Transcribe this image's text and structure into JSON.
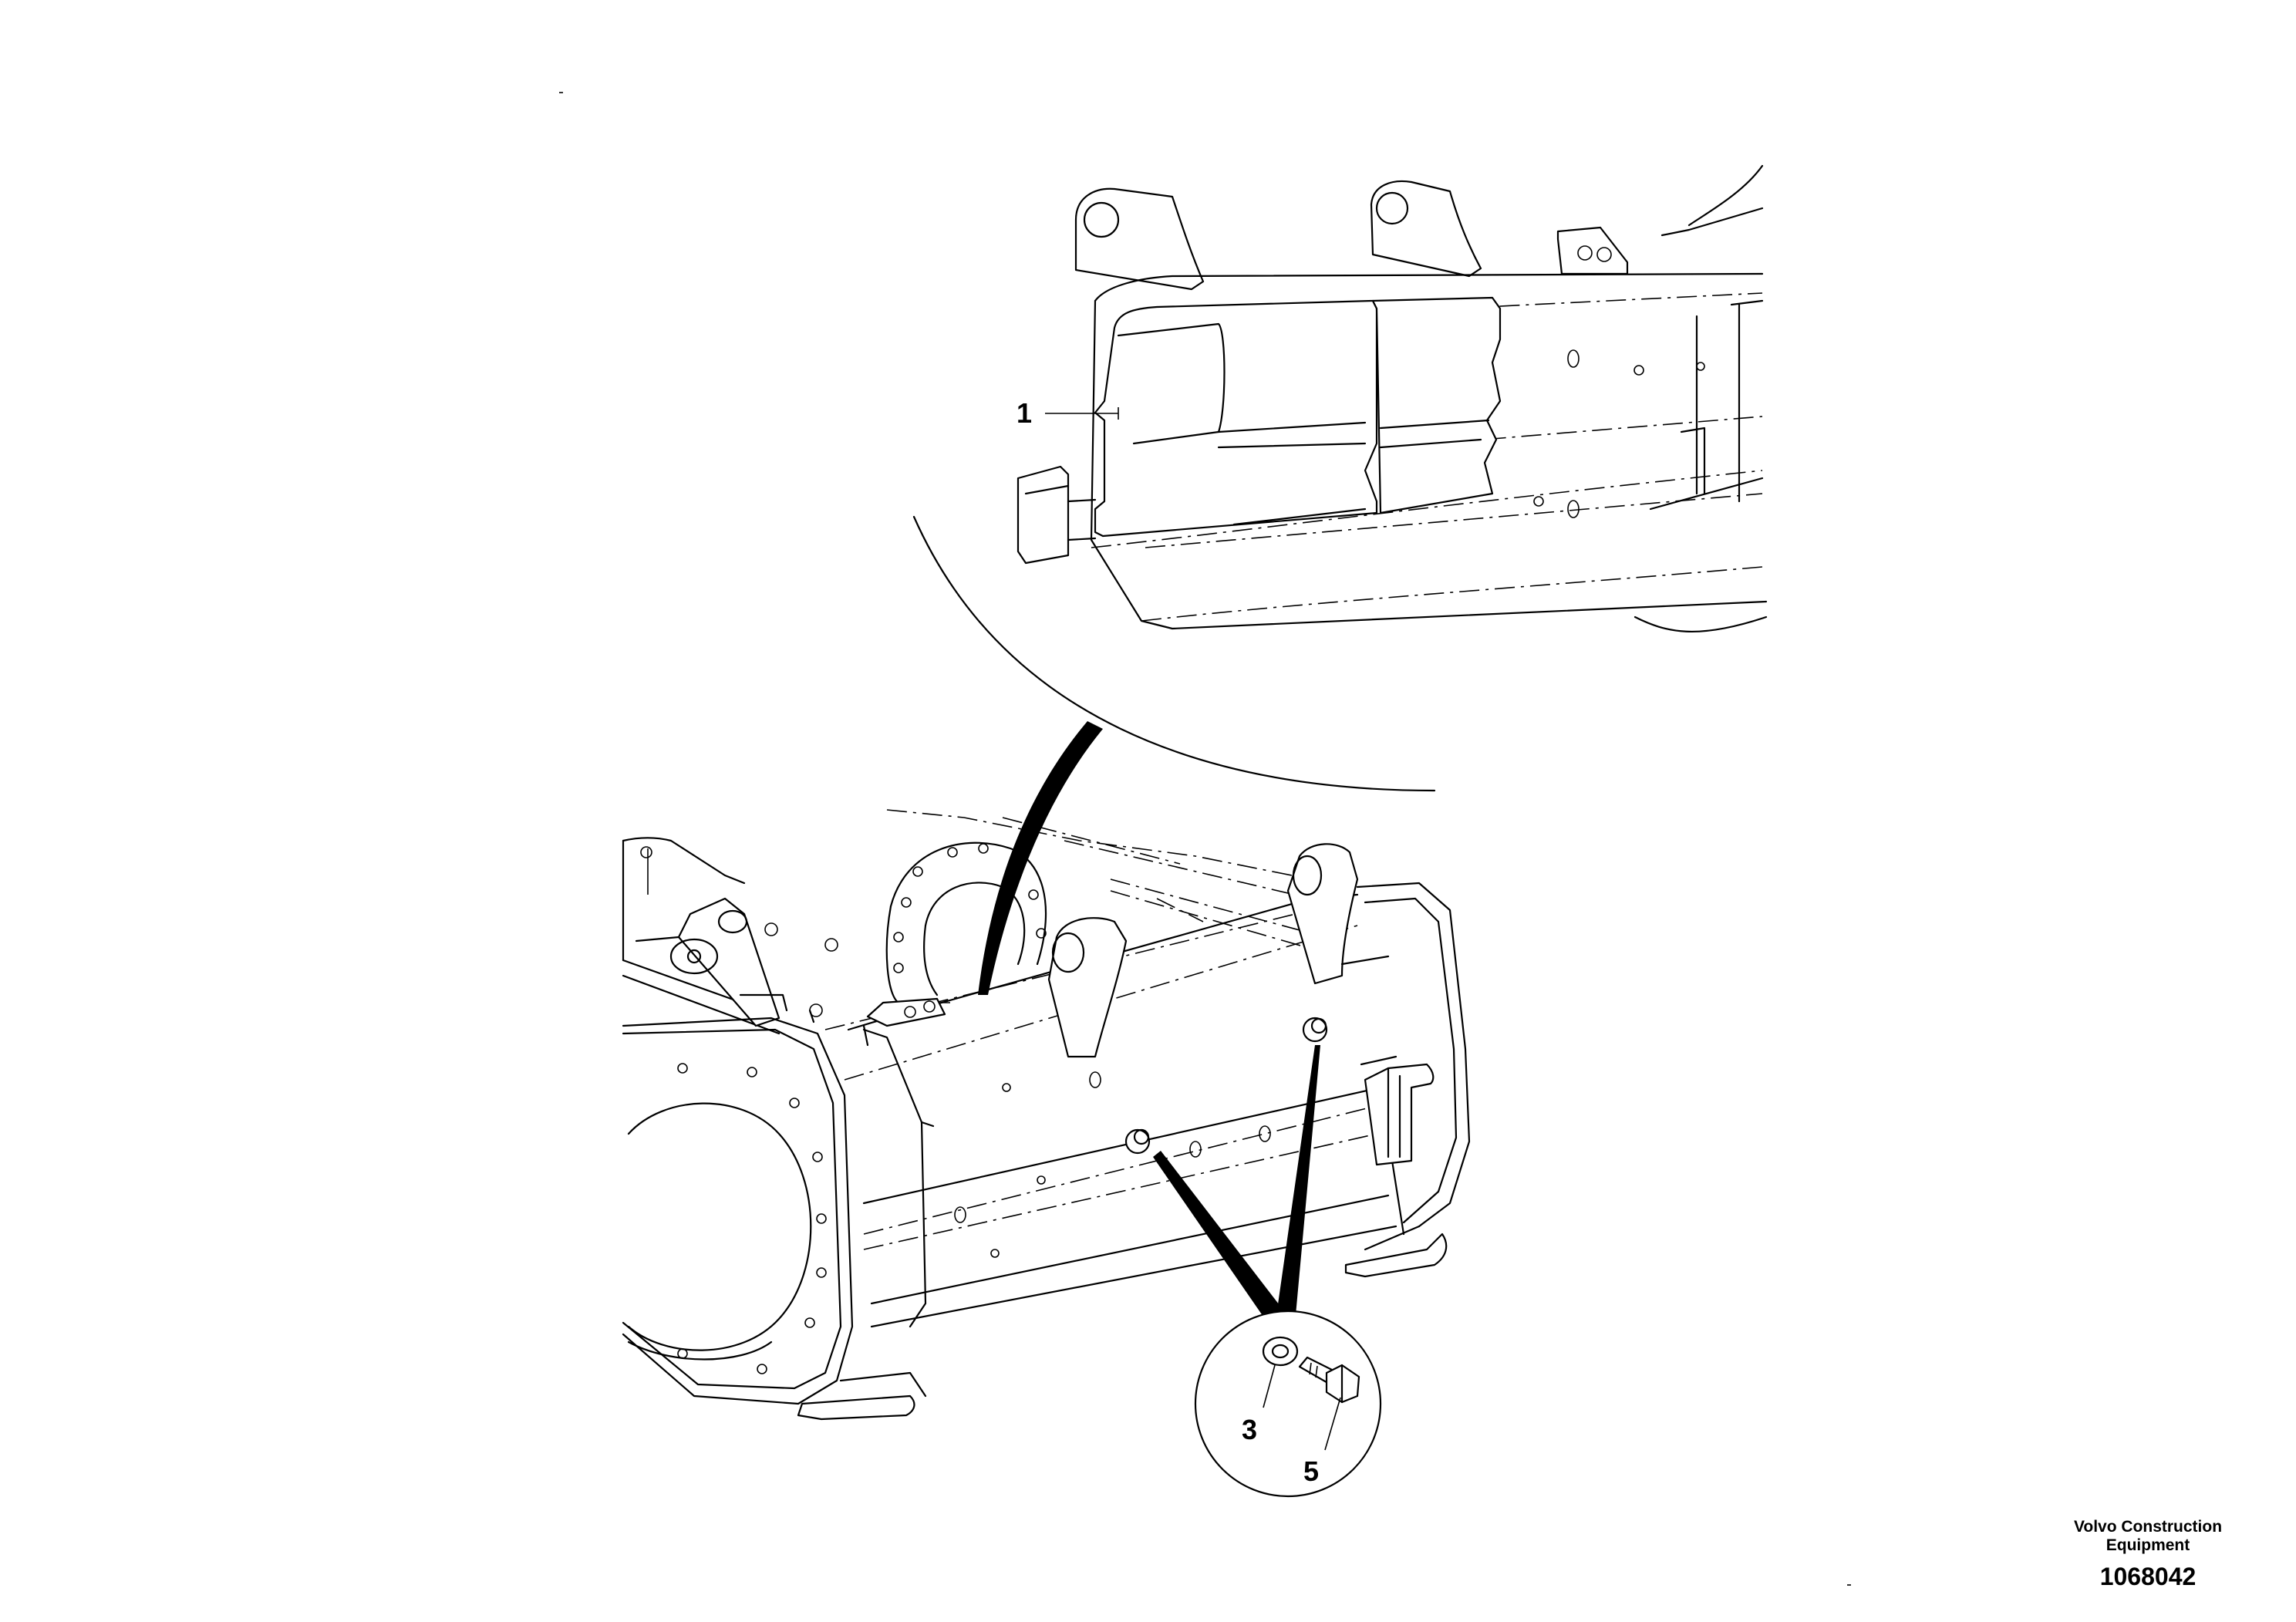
{
  "callouts": {
    "c1": "1",
    "c3": "3",
    "c5": "5"
  },
  "footer": {
    "brand_line1": "Volvo Construction",
    "brand_line2": "Equipment",
    "doc_id": "1068042"
  },
  "colors": {
    "line": "#000000",
    "background": "#ffffff"
  }
}
